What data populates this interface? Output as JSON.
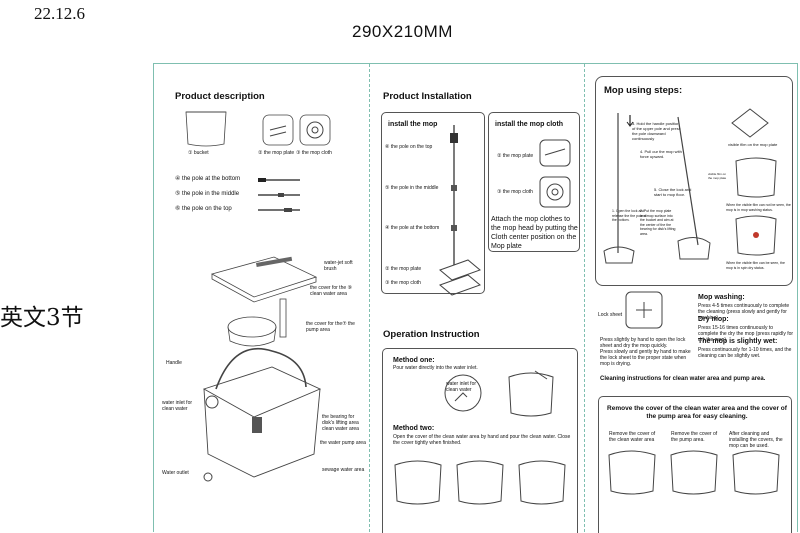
{
  "header": {
    "date": "22.12.6",
    "size": "290X210MM",
    "side_label": "英文3节"
  },
  "panel1": {
    "title": "Product description",
    "items": {
      "bucket": "① bucket",
      "mop_plate": "② the mop plate",
      "mop_cloth": "③ the mop cloth",
      "pole_bottom": "④ the pole at the bottom",
      "pole_middle": "⑤ the pole in the middle",
      "pole_top": "⑥ the pole on the top"
    },
    "labels": {
      "water_jet": "water-jet soft brush",
      "cover_clean": "the cover for the ⑨ clean water area",
      "cover_pump": "the cover for the⑦ the pump area",
      "handle": "Handle",
      "water_inlet": "water inlet for clean water",
      "bearing": "the bearing for disk's lifting area",
      "clean_area": "clean water area",
      "pump_area": "the water pump area",
      "sewage_area": "sewage water area",
      "outlet": "Water outlet"
    }
  },
  "panel2": {
    "title": "Product Installation",
    "install_mop": {
      "title": "install the mop",
      "pole_top": "⑥ the pole on the top",
      "pole_middle": "⑤ the pole in the middle",
      "pole_bottom": "④ the pole at the bottom",
      "mop_plate": "② the mop plate",
      "mop_cloth": "③ the mop cloth"
    },
    "install_cloth": {
      "title": "install the mop cloth",
      "mop_plate": "② the mop plate",
      "mop_cloth": "③ the mop cloth",
      "desc": "Attach the mop clothes to the mop head by putting the Cloth center position on the Mop plate"
    },
    "operation": {
      "title": "Operation Instruction",
      "m1_title": "Method one:",
      "m1_desc": "Pour water directly into the water inlet.",
      "m1_callout": "water inlet for clean water",
      "m2_title": "Method two:",
      "m2_desc": "Open the cover of the clean water area by hand and pour the clean water. Close the cover tightly when finished."
    }
  },
  "panel3": {
    "title": "Mop using steps:",
    "steps": {
      "s3": "3. Hold the handle position of the upper pole and press the pole downward continuously",
      "s4": "4. Pull our the mop with force upward.",
      "s5": "5. Close the lock and start to mop floor.",
      "s1": "1. Open the lock and release the the pole at the bottom.",
      "s2": "2. Put the mop plate and mop surface into the bucket and aim at the center of the the bearing for disk's lifting area.",
      "visible_film": "visible film on the mop plate",
      "visible_film_small": "visible film on the mop plate",
      "washing_note": "When the visible film can not be seen, the mop is in mop washing status.",
      "drying_note": "When the visible film can be seen, the mop is in spin dry status."
    },
    "lock": {
      "label": "Lock sheet",
      "b1": "Press slightly by hand to open the lock sheet and dry the mop quickly.",
      "b2": "Press slowly and gently by hand to make the lock sheet to the proper state when mop is drying."
    },
    "washing": {
      "title": "Mop washing:",
      "desc": "Press 4-5 times continuously to complete the cleaning (press slowly and gently for washing)"
    },
    "dry": {
      "title": "Dry mop:",
      "desc": "Press 15-16 times continuously to complete the dry the mop (press rapidly for dry the mop)"
    },
    "slightly_wet": {
      "title": "The mop is slightly wet:",
      "desc": "Press continuously for 1-10 times, and the cleaning can be slightly wet."
    },
    "clean_title": "Cleaning instructions for clean water area and pump area.",
    "clean_box": {
      "title": "Remove the cover of the clean water area and the cover of the pump area for easy cleaning.",
      "c1": "Remove the cover of the clean water area",
      "c2": "Remove the cover of the pump area.",
      "c3": "After cleaning and installing the covers, the mop can be used."
    }
  },
  "colors": {
    "frame": "#7fbfb0",
    "text": "#111111"
  }
}
